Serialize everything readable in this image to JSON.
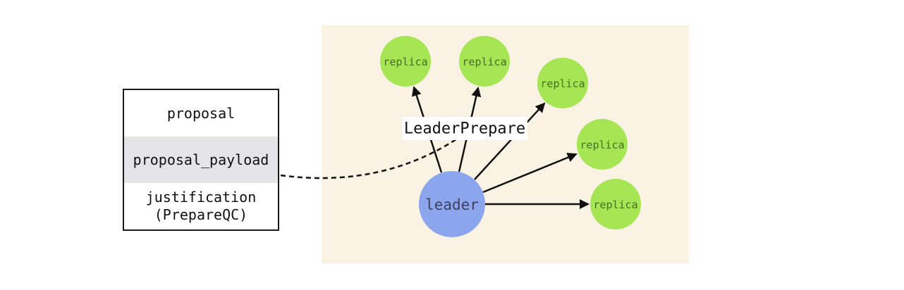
{
  "proposal_box": {
    "rows": [
      {
        "text": "proposal"
      },
      {
        "text": "proposal_payload"
      },
      {
        "text": "justification",
        "text2": "(PrepareQC)"
      }
    ]
  },
  "diagram": {
    "message_label": "LeaderPrepare",
    "leader": {
      "label": "leader"
    },
    "replicas": [
      {
        "label": "replica"
      },
      {
        "label": "replica"
      },
      {
        "label": "replica"
      },
      {
        "label": "replica"
      },
      {
        "label": "replica"
      }
    ]
  },
  "colors": {
    "canvas_bg": "#ffffff",
    "diagram_bg": "#faf2e2",
    "leader_fill": "#8ca6ee",
    "leader_text": "#3f3f5e",
    "replica_fill": "#a6e654",
    "replica_text": "#44701f",
    "arrow": "#111111",
    "dashed_line": "#111111",
    "message_label_bg": "#ffffff",
    "message_label_text": "#111111",
    "box_border": "#1a1a1a",
    "payload_row_bg": "#e5e5e8"
  }
}
